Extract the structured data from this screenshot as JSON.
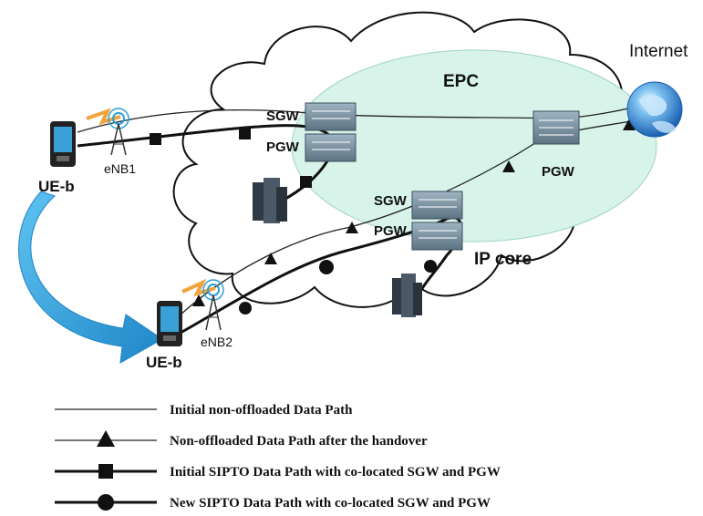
{
  "labels": {
    "epc": "EPC",
    "internet": "Internet",
    "ip_core": "IP core",
    "sgw_1": "SGW",
    "pgw_1": "PGW",
    "sgw_2": "SGW",
    "pgw_2": "PGW",
    "pgw_epc": "PGW",
    "ue_top": "UE-b",
    "ue_bottom": "UE-b",
    "enb1": "eNB1",
    "enb2": "eNB2"
  },
  "legend": [
    {
      "text": "Initial non-offloaded Data Path",
      "marker": "none"
    },
    {
      "text": "Non-offloaded Data Path after the handover",
      "marker": "triangle"
    },
    {
      "text": "Initial SIPTO Data Path with co-located SGW and PGW",
      "marker": "square"
    },
    {
      "text": "New SIPTO Data Path with co-located SGW and PGW",
      "marker": "circle"
    }
  ],
  "colors": {
    "epc_fill": "#d7f3ea",
    "handover_arrow": "#2a9fd6",
    "cloud_stroke": "#111111",
    "server": "#6f8796",
    "globe": "#2a7fd4"
  }
}
